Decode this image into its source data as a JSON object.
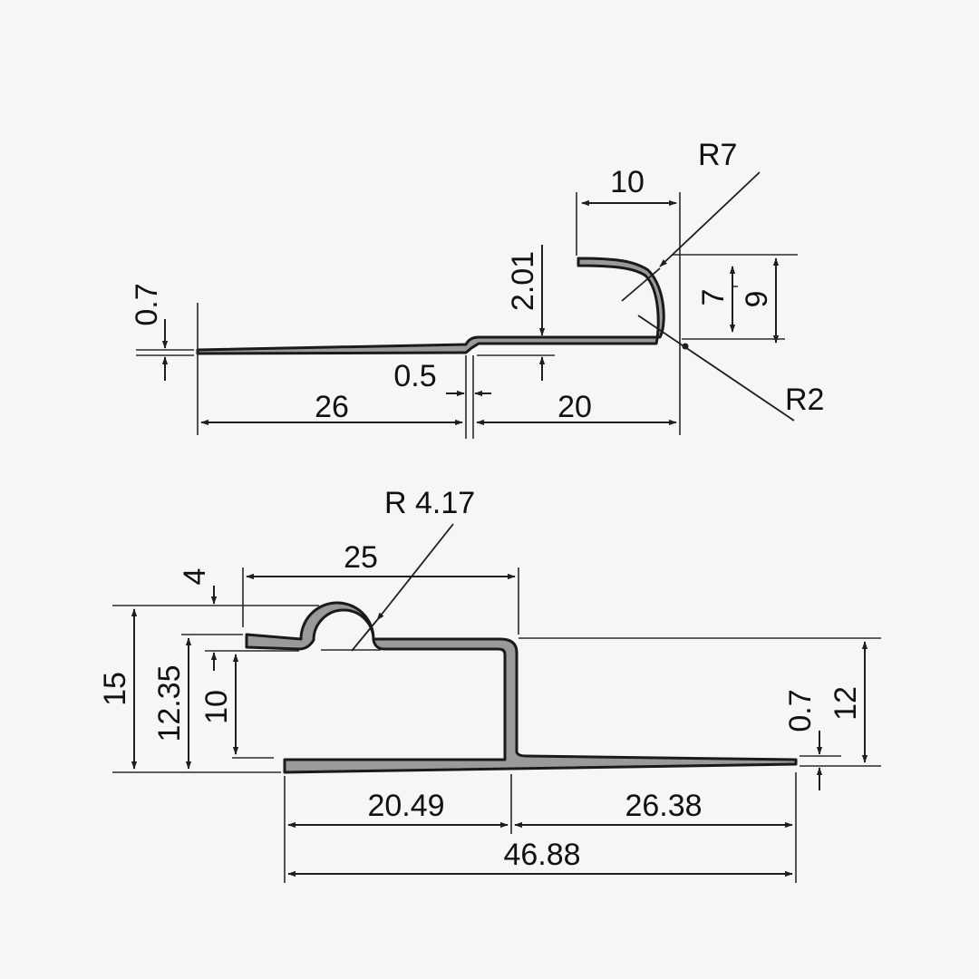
{
  "diagram_type": "technical drawing",
  "profile_top": {
    "labels": {
      "dim_10": "10",
      "radius_r7": "R7",
      "dim_thickness_left": "0.7",
      "dim_height_step": "2.01",
      "dim_7": "7",
      "dim_9": "9",
      "dim_gap": "0.5",
      "dim_26": "26",
      "dim_20": "20",
      "radius_r2": "R2"
    }
  },
  "profile_bottom": {
    "labels": {
      "radius_r417": "R 4.17",
      "dim_25": "25",
      "dim_4": "4",
      "dim_15": "15",
      "dim_1235": "12.35",
      "dim_10": "10",
      "dim_07": "0.7",
      "dim_12": "12",
      "dim_2049": "20.49",
      "dim_2638": "26.38",
      "dim_4688": "46.88"
    }
  },
  "colors": {
    "background": "#f5f6f8",
    "profile_fill": "#9a9a9a",
    "line": "#1a1a1a"
  }
}
